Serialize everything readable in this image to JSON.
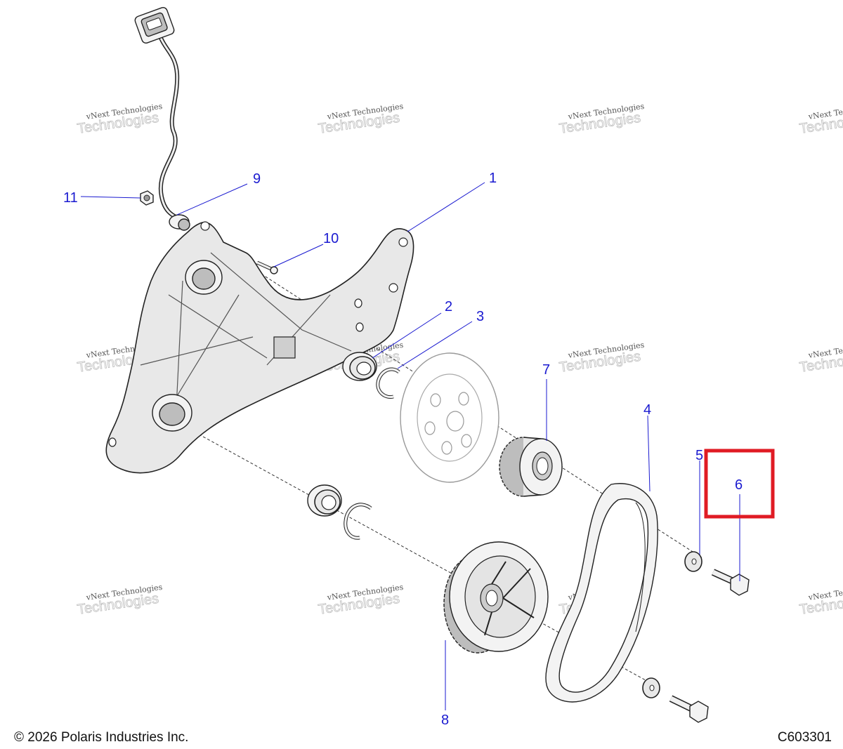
{
  "callouts": [
    {
      "label": "1"
    },
    {
      "label": "2"
    },
    {
      "label": "3"
    },
    {
      "label": "4"
    },
    {
      "label": "5"
    },
    {
      "label": "6"
    },
    {
      "label": "7"
    },
    {
      "label": "8"
    },
    {
      "label": "9"
    },
    {
      "label": "10"
    },
    {
      "label": "11"
    }
  ],
  "watermark": {
    "line1": "vNext Technologies",
    "line2": "Technologies"
  },
  "highlight": {
    "color": "#e01b24",
    "target_label": "6"
  },
  "colors": {
    "callout": "#1a1ad0",
    "highlight": "#e01b24"
  },
  "footer": {
    "copyright": "© 2026 Polaris Industries Inc.",
    "code": "C603301"
  }
}
